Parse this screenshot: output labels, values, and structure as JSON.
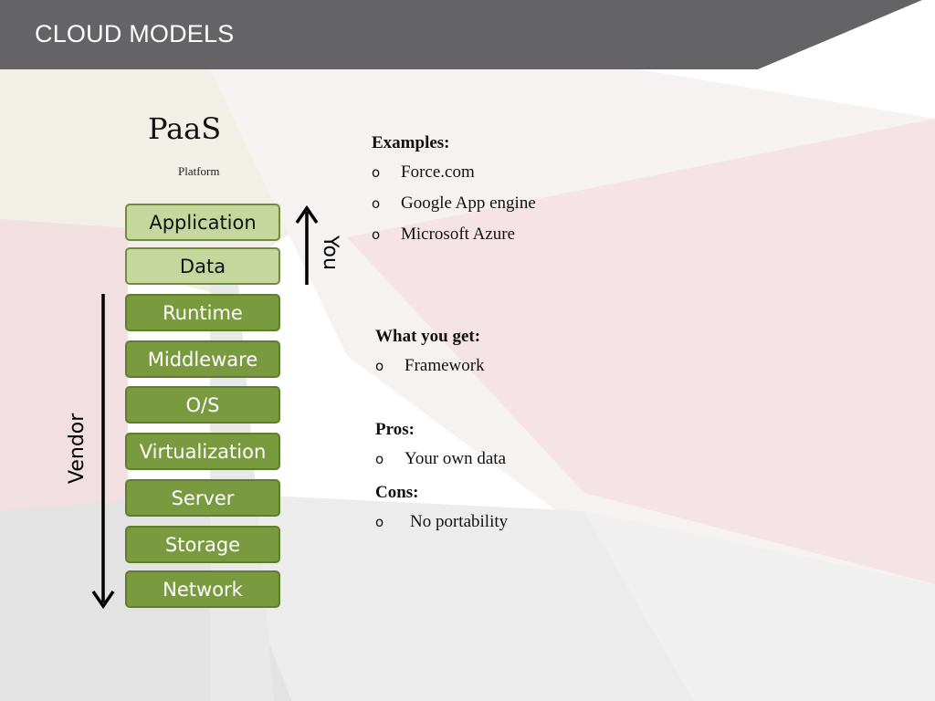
{
  "header": {
    "title": "CLOUD MODELS"
  },
  "model": {
    "title": "PaaS",
    "subtitle": "Platform"
  },
  "layers": [
    {
      "label": "Application",
      "managed_by": "You"
    },
    {
      "label": "Data",
      "managed_by": "You"
    },
    {
      "label": "Runtime",
      "managed_by": "Vendor"
    },
    {
      "label": "Middleware",
      "managed_by": "Vendor"
    },
    {
      "label": "O/S",
      "managed_by": "Vendor"
    },
    {
      "label": "Virtualization",
      "managed_by": "Vendor"
    },
    {
      "label": "Server",
      "managed_by": "Vendor"
    },
    {
      "label": "Storage",
      "managed_by": "Vendor"
    },
    {
      "label": "Network",
      "managed_by": "Vendor"
    }
  ],
  "arrows": {
    "you_label": "You",
    "vendor_label": "Vendor"
  },
  "examples": {
    "heading": "Examples:",
    "bullet": "o",
    "items": [
      "Force.com",
      "Google App engine",
      "Microsoft Azure"
    ]
  },
  "what_you_get": {
    "heading": "What you get:",
    "bullet": "o",
    "items": [
      "Framework"
    ]
  },
  "pros": {
    "heading": "Pros:",
    "bullet": "o",
    "items": [
      "Your own data"
    ]
  },
  "cons": {
    "heading": "Cons:",
    "bullet": "o",
    "items": [
      "No portability"
    ]
  },
  "colors": {
    "header_bg": "#646466",
    "layer_light": "#c5d79c",
    "layer_dark": "#7a9a40",
    "layer_border": "#6f8e3a",
    "accent_pink": "#f3e1e4"
  }
}
